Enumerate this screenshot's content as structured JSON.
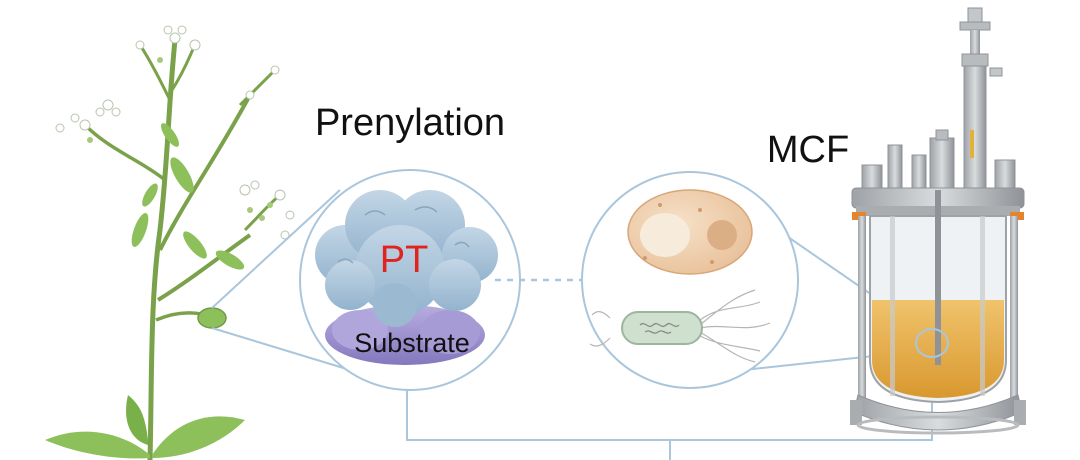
{
  "labels": {
    "prenylation": "Prenylation",
    "pt": "PT",
    "substrate": "Substrate",
    "mcf": "MCF"
  },
  "colors": {
    "background": "#ffffff",
    "connector_line": "#a9c6dc",
    "pt_text": "#e0231f",
    "label_text": "#111111",
    "enzyme": "#a8c4da",
    "substrate": "#9a8fcf",
    "yeast_cell": "#ecc9a5",
    "bacterium": "#cfe0cf",
    "plant_stem": "#7aa24b",
    "plant_leaf": "#8dc05a",
    "culture_medium": "#e6ad4f",
    "reactor_metal": "#b9bcbf"
  },
  "icons": {
    "plant": "plant-illustration",
    "enzyme": "enzyme-blob",
    "yeast": "yeast-cell",
    "bacterium": "bacterium-cell",
    "bioreactor": "bioreactor-illustration",
    "arrow": "dashed-arrow-icon"
  }
}
